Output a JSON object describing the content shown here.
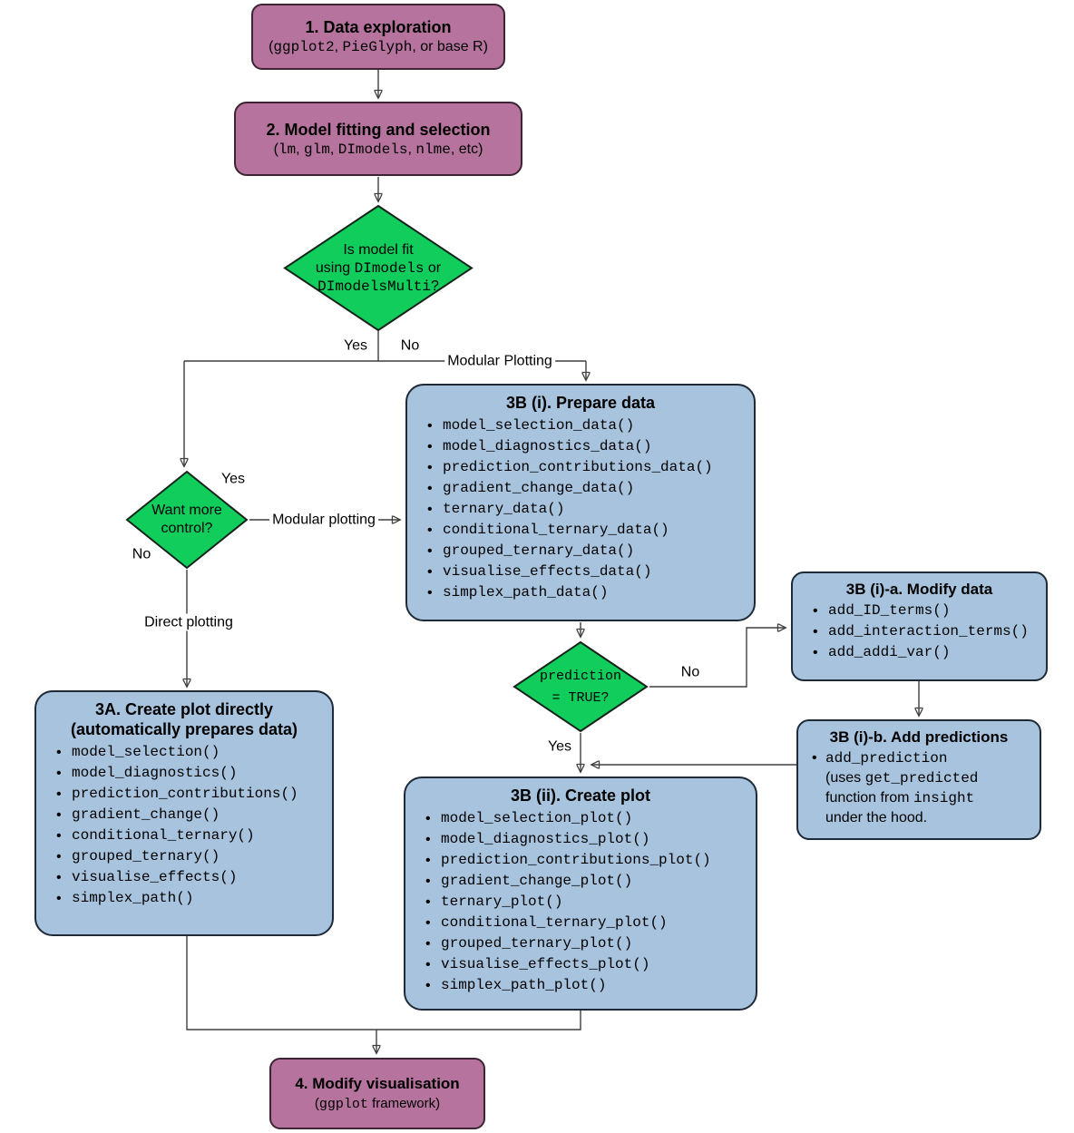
{
  "colors": {
    "purple": "#b5739d",
    "green": "#10cd5c",
    "blue": "#a8c3dd"
  },
  "nodes": {
    "step1": {
      "title": "1. Data exploration",
      "subtitle": [
        [
          {
            "t": "("
          },
          {
            "t": "ggplot2",
            "m": 1
          },
          {
            "t": ", "
          },
          {
            "t": "PieGlyph",
            "m": 1
          },
          {
            "t": ", or base R)"
          }
        ]
      ]
    },
    "step2": {
      "title": "2. Model fitting and selection",
      "subtitle": [
        [
          {
            "t": "("
          },
          {
            "t": "lm",
            "m": 1
          },
          {
            "t": ", "
          },
          {
            "t": "glm",
            "m": 1
          },
          {
            "t": ", "
          },
          {
            "t": "DImodels",
            "m": 1
          },
          {
            "t": ", "
          },
          {
            "t": "nlme",
            "m": 1
          },
          {
            "t": ", etc)"
          }
        ]
      ]
    },
    "decision_model_fit": {
      "lines": [
        [
          {
            "t": "Is model fit"
          }
        ],
        [
          {
            "t": "using "
          },
          {
            "t": "DImodels",
            "m": 1
          },
          {
            "t": " or"
          }
        ],
        [
          {
            "t": "DImodelsMulti",
            "m": 1
          },
          {
            "t": "?"
          }
        ]
      ]
    },
    "decision_control": {
      "lines": [
        [
          {
            "t": "Want more"
          }
        ],
        [
          {
            "t": "control?"
          }
        ]
      ]
    },
    "decision_prediction": {
      "lines": [
        [
          {
            "t": "prediction",
            "m": 1
          }
        ],
        [
          {
            "t": "= TRUE?",
            "m": 1
          }
        ]
      ]
    },
    "prepare_data": {
      "title": "3B (i). Prepare data",
      "items": [
        "model_selection_data()",
        "model_diagnostics_data()",
        "prediction_contributions_data()",
        "gradient_change_data()",
        "ternary_data()",
        "conditional_ternary_data()",
        "grouped_ternary_data()",
        "visualise_effects_data()",
        "simplex_path_data()"
      ]
    },
    "create_plot_directly": {
      "title_line1": "3A. Create plot directly",
      "title_line2": "(automatically prepares data)",
      "items": [
        "model_selection()",
        "model_diagnostics()",
        "prediction_contributions()",
        "gradient_change()",
        "conditional_ternary()",
        "grouped_ternary()",
        "visualise_effects()",
        "simplex_path()"
      ]
    },
    "modify_data": {
      "title": "3B (i)-a. Modify data",
      "items": [
        "add_ID_terms()",
        "add_interaction_terms()",
        "add_addi_var()"
      ]
    },
    "add_predictions": {
      "title": "3B (i)-b. Add predictions",
      "content": [
        [
          {
            "t": "add_prediction",
            "m": 1
          }
        ],
        [
          {
            "t": "(uses "
          },
          {
            "t": "get_predicted",
            "m": 1
          }
        ],
        [
          {
            "t": "function from "
          },
          {
            "t": "insight",
            "m": 1
          }
        ],
        [
          {
            "t": "under the hood."
          }
        ]
      ]
    },
    "create_plot_modular": {
      "title": "3B (ii). Create plot",
      "items": [
        "model_selection_plot()",
        "model_diagnostics_plot()",
        "prediction_contributions_plot()",
        "gradient_change_plot()",
        "ternary_plot()",
        "conditional_ternary_plot()",
        "grouped_ternary_plot()",
        "visualise_effects_plot()",
        "simplex_path_plot()"
      ]
    },
    "step4": {
      "title": "4. Modify visualisation",
      "subtitle": [
        [
          {
            "t": "("
          },
          {
            "t": "ggplot",
            "m": 1
          },
          {
            "t": " framework)"
          }
        ]
      ]
    }
  },
  "edge_labels": {
    "yes_top": "Yes",
    "no_top": "No",
    "modular_plotting_top": "Modular Plotting",
    "yes_mid": "Yes",
    "modular_plotting_mid": "Modular plotting",
    "no_mid": "No",
    "direct_plotting": "Direct plotting",
    "no_prediction": "No",
    "yes_prediction": "Yes"
  }
}
